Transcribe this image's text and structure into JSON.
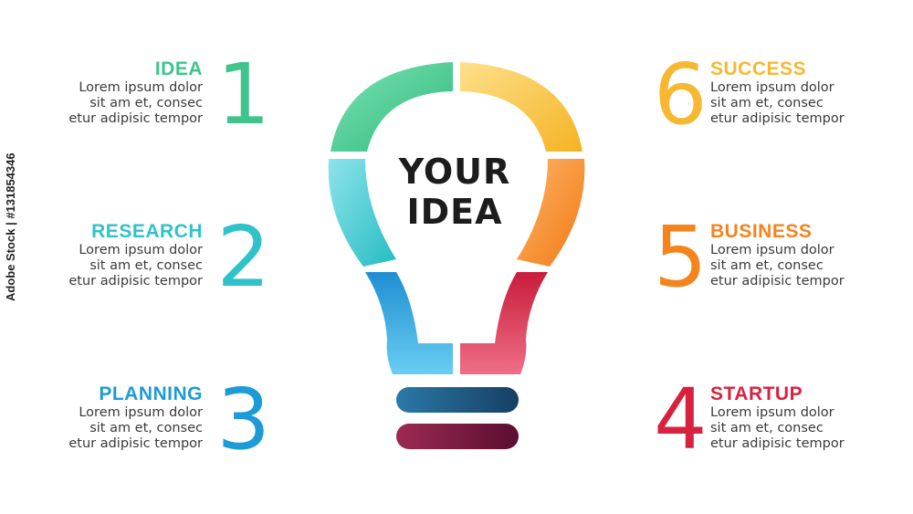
{
  "center": {
    "line1": "YOUR",
    "line2": "IDEA"
  },
  "steps": {
    "s1": {
      "number": "1",
      "title": "IDEA",
      "color": "#3fc48d",
      "body": [
        "Lorem ipsum dolor",
        "sit am et, consec",
        "etur adipisic tempor"
      ]
    },
    "s2": {
      "number": "2",
      "title": "RESEARCH",
      "color": "#2fc3c9",
      "body": [
        "Lorem ipsum dolor",
        "sit am et, consec",
        "etur adipisic tempor"
      ]
    },
    "s3": {
      "number": "3",
      "title": "PLANNING",
      "color": "#1d9bd7",
      "body": [
        "Lorem ipsum dolor",
        "sit am et, consec",
        "etur adipisic tempor"
      ]
    },
    "s4": {
      "number": "4",
      "title": "STARTUP",
      "color": "#d8213f",
      "body": [
        "Lorem ipsum dolor",
        "sit am et, consec",
        "etur adipisic tempor"
      ]
    },
    "s5": {
      "number": "5",
      "title": "BUSINESS",
      "color": "#f4841e",
      "body": [
        "Lorem ipsum dolor",
        "sit am et, consec",
        "etur adipisic tempor"
      ]
    },
    "s6": {
      "number": "6",
      "title": "SUCCESS",
      "color": "#f6b830",
      "body": [
        "Lorem ipsum dolor",
        "sit am et, consec",
        "etur adipisic tempor"
      ]
    }
  },
  "colors": {
    "seg_green": "#3fc48d",
    "seg_teal": "#2fc3c9",
    "seg_blue": "#1d9bd7",
    "seg_red": "#d8213f",
    "seg_orange": "#f4841e",
    "seg_yellow": "#f6b830",
    "base_top": "#1e5d88",
    "base_bottom": "#7a1440"
  },
  "watermark": {
    "stock_id": "Adobe Stock | #131854346"
  }
}
